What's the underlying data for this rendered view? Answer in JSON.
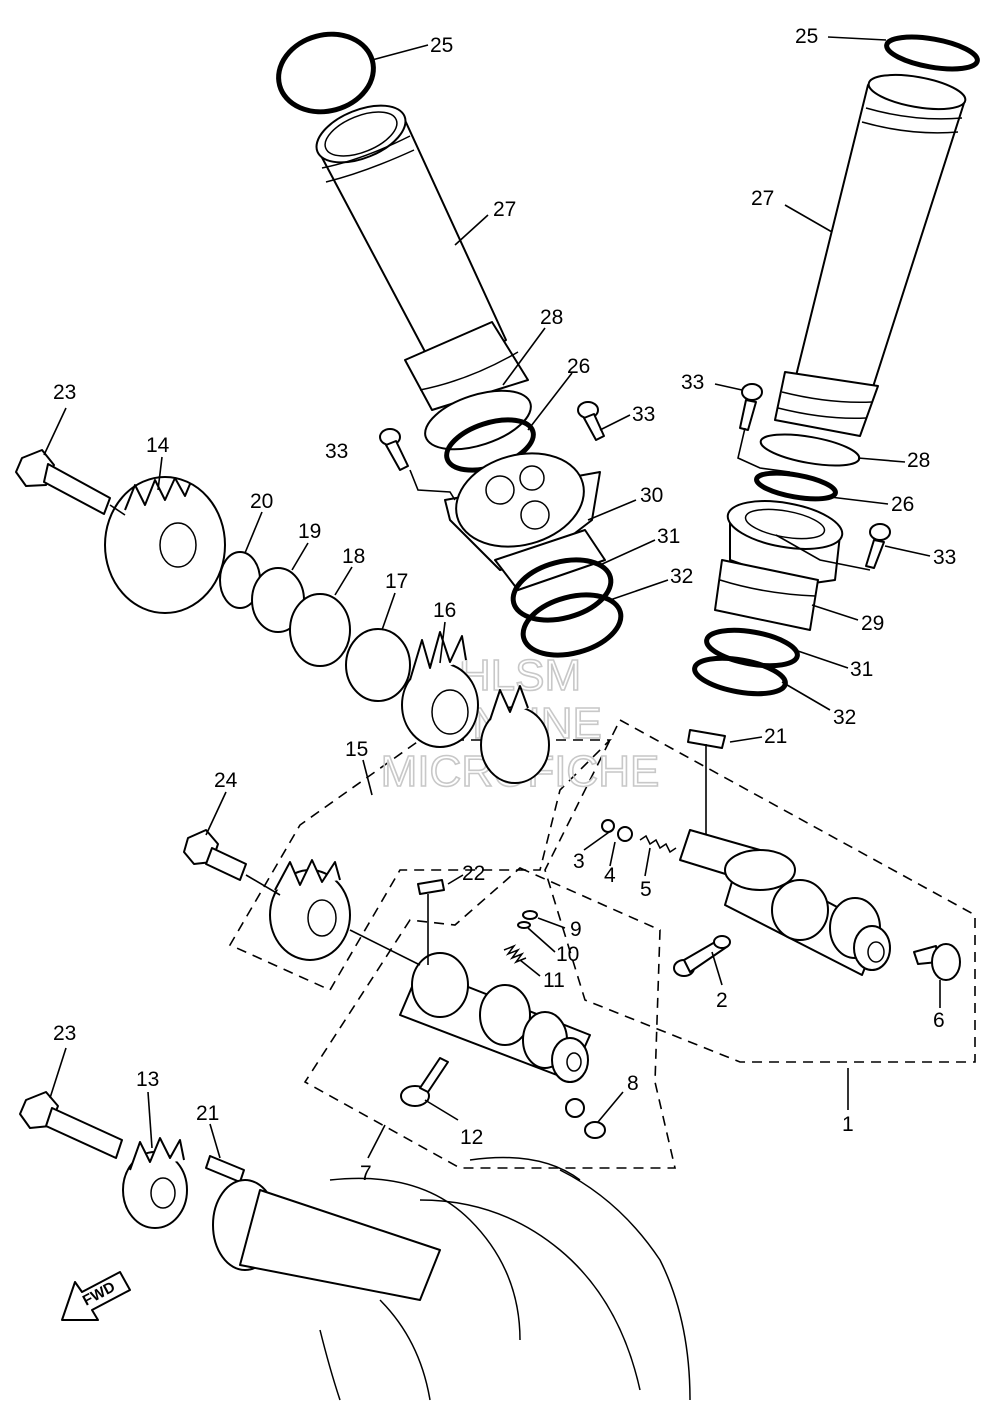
{
  "callouts": {
    "c1": "1",
    "c2": "2",
    "c3": "3",
    "c4": "4",
    "c5": "5",
    "c6": "6",
    "c7": "7",
    "c8": "8",
    "c9": "9",
    "c10": "10",
    "c11": "11",
    "c12": "12",
    "c13": "13",
    "c14": "14",
    "c15": "15",
    "c16": "16",
    "c17": "17",
    "c18": "18",
    "c19": "19",
    "c20": "20",
    "c21": "21",
    "c22": "22",
    "c23": "23",
    "c24": "24",
    "c25": "25",
    "c26": "26",
    "c27": "27",
    "c28": "28",
    "c29": "29",
    "c30": "30",
    "c31": "31",
    "c32": "32",
    "c33": "33"
  },
  "watermark": {
    "line1": "HLSM",
    "line2": "ONLINE",
    "line3": "MICROFICHE"
  },
  "direction_badge": "FWD"
}
